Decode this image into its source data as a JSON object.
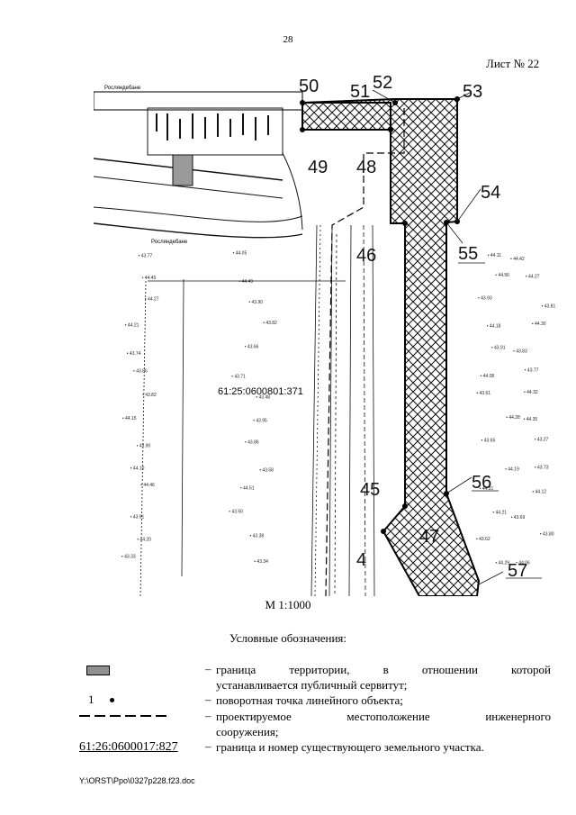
{
  "page_number": "28",
  "sheet_label": "Лист № 22",
  "map": {
    "cadastral_number": "61:25:0600801:371",
    "point_labels": [
      "50",
      "51",
      "52",
      "53",
      "54",
      "55",
      "56",
      "57",
      "4",
      "45",
      "46",
      "47",
      "48",
      "49"
    ],
    "elevation_marks": [
      "43.77",
      "44.05",
      "44.11",
      "44.42",
      "44.45",
      "44.49",
      "44.56",
      "44.27",
      "44.27",
      "43.90",
      "43.93",
      "43.81",
      "44.21",
      "43.82",
      "44.18",
      "44.30",
      "43.74",
      "43.66",
      "43.91",
      "43.83",
      "43.86",
      "43.71",
      "44.08",
      "43.77",
      "43.82",
      "43.48",
      "43.61",
      "44.32",
      "44.15",
      "43.95",
      "44.28",
      "44.35",
      "43.90",
      "43.86",
      "43.65",
      "43.27",
      "44.10",
      "43.58",
      "44.19",
      "43.73",
      "44.46",
      "44.51",
      "44.31",
      "44.12",
      "43.91",
      "43.50",
      "44.21",
      "43.69",
      "44.20",
      "43.38",
      "43.62",
      "43.80",
      "43.33",
      "43.34",
      "44.29",
      "44.06"
    ],
    "street_labels": [
      "Росляндебане",
      "Росляндебане"
    ]
  },
  "scale_label": "М 1:1000",
  "legend": {
    "title": "Условные обозначения:",
    "items": [
      {
        "symbol": "servitude-boundary",
        "text_first_line_words": [
          "граница",
          "территории,",
          "в",
          "отношении",
          "которой"
        ],
        "text_rest": "устанавливается публичный сервитут;"
      },
      {
        "symbol": "turning-point",
        "symbol_text": "1",
        "text_first_line_words": [
          "поворотная",
          "точка",
          "линейного",
          "объекта;"
        ],
        "text_rest": ""
      },
      {
        "symbol": "design-dash-line",
        "text_first_line_words": [
          "проектируемое",
          "местоположение",
          "инженерного"
        ],
        "text_rest": "сооружения;"
      },
      {
        "symbol": "cadastral-number",
        "symbol_text": "61:26:0600017:827",
        "text_first_line_words": [
          "граница",
          "и",
          "номер",
          "существующего",
          "земельного",
          "участка."
        ],
        "text_rest": ""
      }
    ],
    "dash": "–"
  },
  "footer_path": "Y:\\ORST\\Ppo\\0327p228.f23.doc"
}
